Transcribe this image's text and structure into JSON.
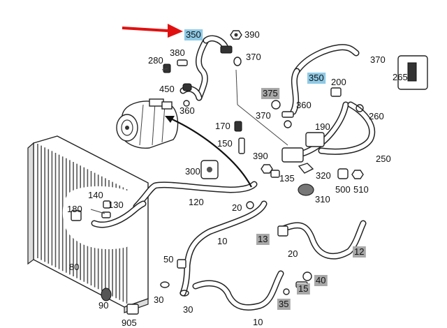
{
  "highlight_colors": {
    "blue": "#8ecae6",
    "gray": "#a8a8a8",
    "arrow": "#e01010"
  },
  "labels": [
    {
      "id": "l350a",
      "text": "350",
      "hl": "blue"
    },
    {
      "id": "l390a",
      "text": "390",
      "hl": ""
    },
    {
      "id": "l380",
      "text": "380",
      "hl": ""
    },
    {
      "id": "l370a",
      "text": "370",
      "hl": ""
    },
    {
      "id": "l280",
      "text": "280",
      "hl": ""
    },
    {
      "id": "l450",
      "text": "450",
      "hl": ""
    },
    {
      "id": "l360a",
      "text": "360",
      "hl": ""
    },
    {
      "id": "l350b",
      "text": "350",
      "hl": "blue"
    },
    {
      "id": "l200a",
      "text": "200",
      "hl": ""
    },
    {
      "id": "l370b",
      "text": "370",
      "hl": ""
    },
    {
      "id": "l265",
      "text": "265",
      "hl": ""
    },
    {
      "id": "l375",
      "text": "375",
      "hl": "gray"
    },
    {
      "id": "l360b",
      "text": "360",
      "hl": ""
    },
    {
      "id": "l370c",
      "text": "370",
      "hl": ""
    },
    {
      "id": "l260",
      "text": "260",
      "hl": ""
    },
    {
      "id": "l190",
      "text": "190",
      "hl": ""
    },
    {
      "id": "l170",
      "text": "170",
      "hl": ""
    },
    {
      "id": "l150",
      "text": "150",
      "hl": ""
    },
    {
      "id": "l390b",
      "text": "390",
      "hl": ""
    },
    {
      "id": "l250",
      "text": "250",
      "hl": ""
    },
    {
      "id": "l300",
      "text": "300",
      "hl": ""
    },
    {
      "id": "l135",
      "text": "135",
      "hl": ""
    },
    {
      "id": "l320",
      "text": "320",
      "hl": ""
    },
    {
      "id": "l500",
      "text": "500",
      "hl": ""
    },
    {
      "id": "l510",
      "text": "510",
      "hl": ""
    },
    {
      "id": "l140",
      "text": "140",
      "hl": ""
    },
    {
      "id": "l120",
      "text": "120",
      "hl": ""
    },
    {
      "id": "l310",
      "text": "310",
      "hl": ""
    },
    {
      "id": "l180",
      "text": "180",
      "hl": ""
    },
    {
      "id": "l130",
      "text": "130",
      "hl": ""
    },
    {
      "id": "l20a",
      "text": "20",
      "hl": ""
    },
    {
      "id": "l10a",
      "text": "10",
      "hl": ""
    },
    {
      "id": "l13",
      "text": "13",
      "hl": "gray"
    },
    {
      "id": "l12",
      "text": "12",
      "hl": "gray"
    },
    {
      "id": "l20b",
      "text": "20",
      "hl": ""
    },
    {
      "id": "l80",
      "text": "80",
      "hl": ""
    },
    {
      "id": "l50",
      "text": "50",
      "hl": ""
    },
    {
      "id": "l40",
      "text": "40",
      "hl": "gray"
    },
    {
      "id": "l30a",
      "text": "30",
      "hl": ""
    },
    {
      "id": "l15",
      "text": "15",
      "hl": "gray"
    },
    {
      "id": "l35",
      "text": "35",
      "hl": "gray"
    },
    {
      "id": "l90",
      "text": "90",
      "hl": ""
    },
    {
      "id": "l30b",
      "text": "30",
      "hl": ""
    },
    {
      "id": "l905",
      "text": "905",
      "hl": ""
    },
    {
      "id": "l10b",
      "text": "10",
      "hl": ""
    }
  ]
}
